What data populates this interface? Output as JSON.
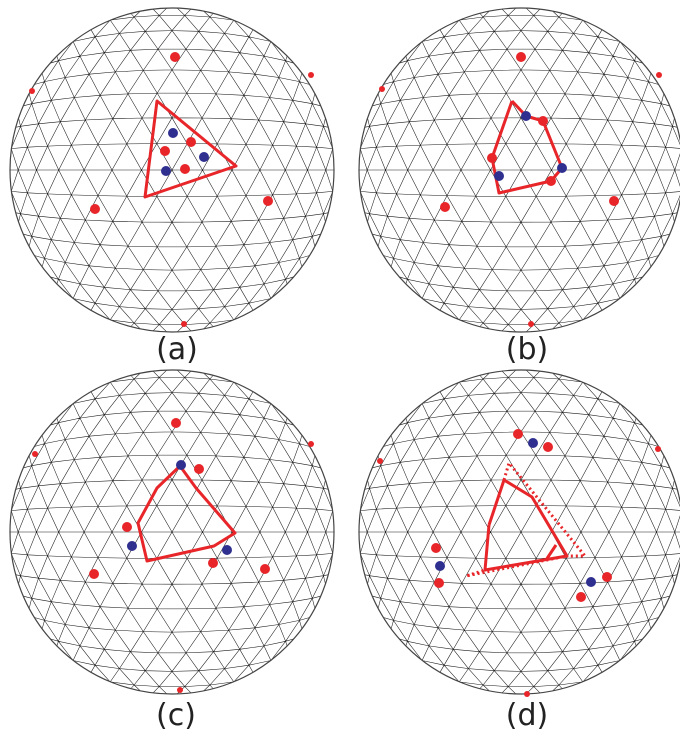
{
  "colors": {
    "mesh": "#1a1a1a",
    "defect_plus": "#e8262a",
    "defect_minus": "#2e2f8f",
    "outline": "#e8262a",
    "background": "#ffffff"
  },
  "panels": [
    {
      "label": "(a)"
    },
    {
      "label": "(b)"
    },
    {
      "label": "(c)"
    },
    {
      "label": "(d)"
    }
  ]
}
